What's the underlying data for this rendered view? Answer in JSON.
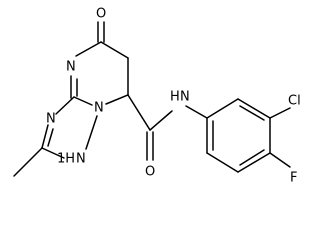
{
  "diagram_type": "chemical-structure",
  "atoms": [
    {
      "id": "O_ketone",
      "label": "O"
    },
    {
      "id": "N_pyrimidine",
      "label": "N"
    },
    {
      "id": "N_triazole",
      "label": "N"
    },
    {
      "id": "N_bridge",
      "label": "N"
    },
    {
      "id": "NH_ring",
      "label": "NH",
      "sub": "1",
      "sup": "1H",
      "text": "H"
    },
    {
      "id": "NH_amide",
      "label": "H",
      "sub": "N"
    },
    {
      "id": "O_amide",
      "label": "O"
    },
    {
      "id": "Cl",
      "label": "Cl"
    },
    {
      "id": "F",
      "label": "F"
    }
  ],
  "labels": {
    "O_ketone": "O",
    "N_pyrimidine": "N",
    "N_triazole": "N",
    "N_bridge": "N",
    "NH_ring": "1H",
    "NH_ring_N": "N",
    "N_amide": "N",
    "H_amide": "H",
    "O_amide": "O",
    "Cl": "Cl",
    "F": "F"
  }
}
